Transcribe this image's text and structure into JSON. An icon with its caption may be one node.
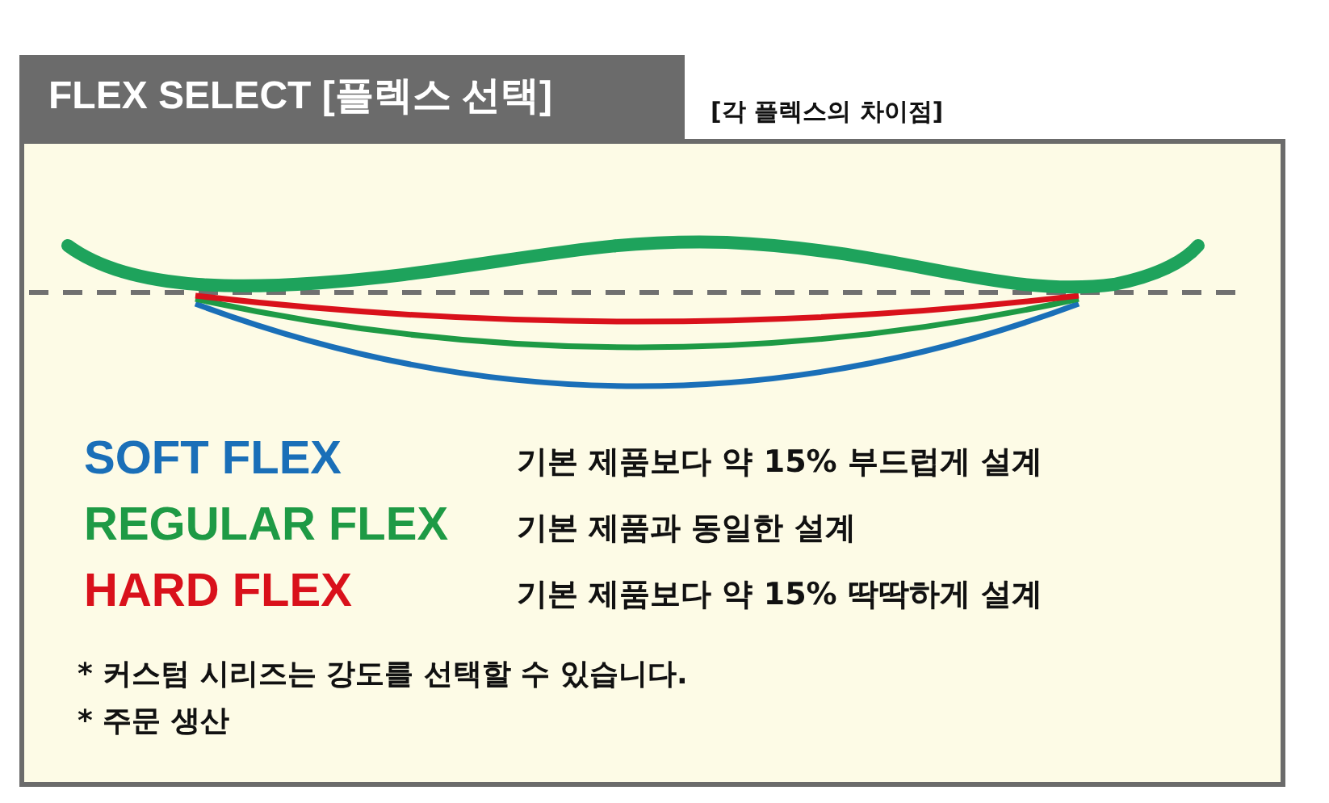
{
  "diagram": {
    "title": "FLEX SELECT [플렉스 선택]",
    "labels": [
      "[각 플렉스의 차이점]",
      "SOFT FLEX",
      "기본 제품보다 약 15% 부드럽게 설계",
      "REGULAR FLEX",
      "기본 제품과 동일한 설계",
      "HARD FLEX",
      "기본 제품보다 약 15% 딱딱하게 설계",
      "* 커스텀 시리즈는 강도를 선택할 수 있습니다.",
      "* 주문 생산"
    ]
  }
}
